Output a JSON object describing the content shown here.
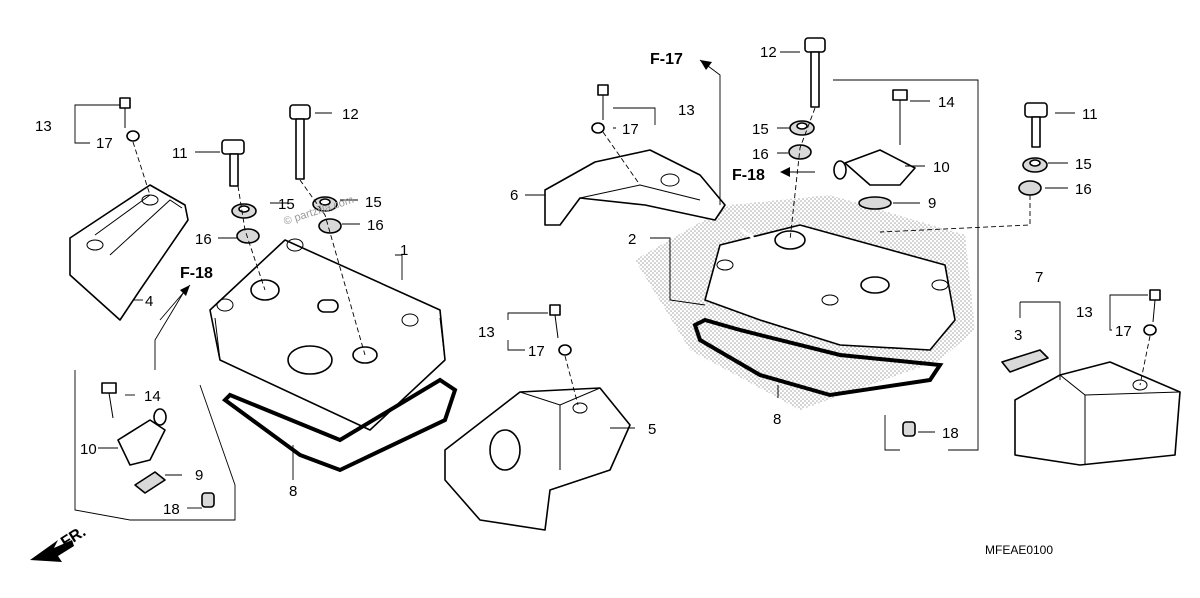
{
  "part_labels": {
    "l1": "1",
    "l2": "2",
    "l3": "3",
    "l4": "4",
    "l5": "5",
    "l6": "6",
    "l7": "7",
    "l8": "8",
    "l9": "9",
    "l10": "10",
    "l11": "11",
    "l12": "12",
    "l13": "13",
    "l14": "14",
    "l15": "15",
    "l16": "16",
    "l17": "17",
    "l18": "18"
  },
  "refs": {
    "f17": "F-17",
    "f18": "F-18"
  },
  "direction": {
    "front": "FR."
  },
  "diagram_code": "MFEAE0100",
  "watermark": "© partzilla.com"
}
